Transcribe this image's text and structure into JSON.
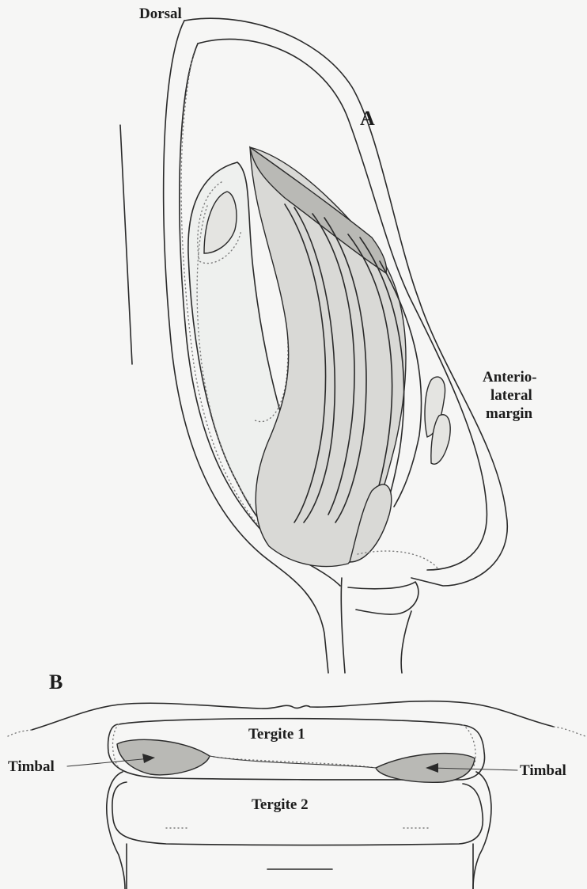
{
  "panel_a": {
    "label": "A",
    "dorsal": "Dorsal",
    "margin_label": [
      "Anterio-",
      "lateral",
      "margin"
    ]
  },
  "panel_b": {
    "label": "B",
    "tergite_1": "Tergite 1",
    "tergite_2": "Tergite 2",
    "timbal_left": "Timbal",
    "timbal_right": "Timbal"
  }
}
